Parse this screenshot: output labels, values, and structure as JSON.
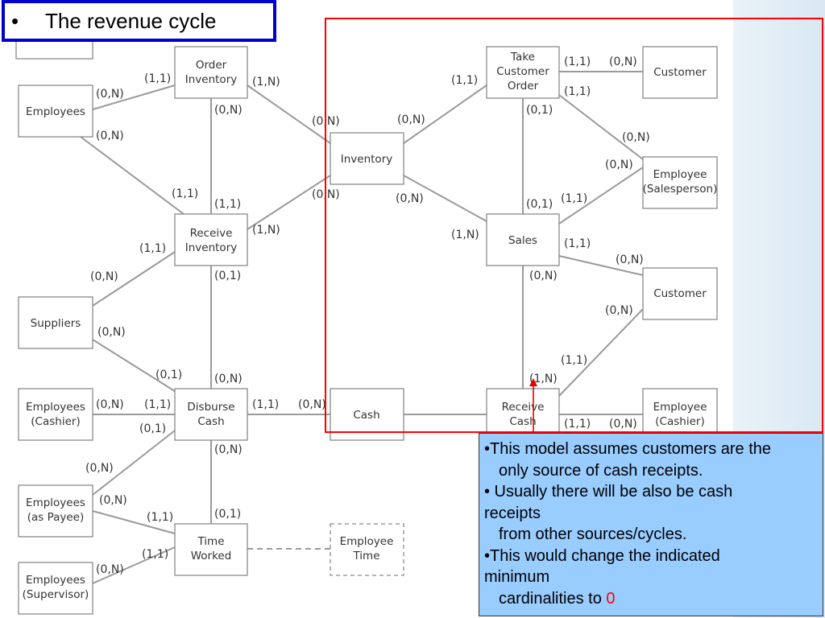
{
  "title": {
    "bullet": "•",
    "text": "The revenue cycle"
  },
  "entities": {
    "order_inventory": [
      "Order",
      "Inventory"
    ],
    "employees": [
      "Employees"
    ],
    "receive_inventory": [
      "Receive",
      "Inventory"
    ],
    "suppliers": [
      "Suppliers"
    ],
    "employees_cashier": [
      "Employees",
      "(Cashier)"
    ],
    "disburse_cash": [
      "Disburse",
      "Cash"
    ],
    "employees_payee": [
      "Employees",
      "(as Payee)"
    ],
    "time_worked": [
      "Time",
      "Worked"
    ],
    "employees_supervisor": [
      "Employees",
      "(Supervisor)"
    ],
    "employee_time": [
      "Employee",
      "Time"
    ],
    "inventory": [
      "Inventory"
    ],
    "cash": [
      "Cash"
    ],
    "take_customer_order": [
      "Take",
      "Customer",
      "Order"
    ],
    "customer_top": [
      "Customer"
    ],
    "employee_salesperson": [
      "Employee",
      "(Salesperson)"
    ],
    "sales": [
      "Sales"
    ],
    "customer_mid": [
      "Customer"
    ],
    "receive_cash": [
      "Receive",
      "Cash"
    ],
    "employee_cashier_right": [
      "Employee",
      "(Cashier)"
    ]
  },
  "cardinalities": {
    "c01": "(1,1)",
    "c02": "(0,N)",
    "c03": "(1,N)",
    "c04": "(0,N)",
    "c05": "(0,N)",
    "c06": "(0,N)",
    "c07": "(1,1)",
    "c08": "(1,1)",
    "c09": "(0,N)",
    "c10": "(1,N)",
    "c11": "(1,1)",
    "c12": "(0,1)",
    "c13": "(0,N)",
    "c14": "(0,N)",
    "c15": "(0,1)",
    "c16": "(0,N)",
    "c17": "(0,N)",
    "c18": "(1,1)",
    "c19": "(0,1)",
    "c20": "(1,1)",
    "c21": "(0,N)",
    "c22": "(0,N)",
    "c23": "(0,N)",
    "c24": "(0,N)",
    "c25": "(1,1)",
    "c26": "(0,1)",
    "c27": "(1,1)",
    "c28": "(0,N)",
    "c29": "(0,N)",
    "c30": "(1,1)",
    "c31": "(1,N)",
    "c32": "(0,N)",
    "c33": "(1,1)",
    "c34": "(1,1)",
    "c35": "(0,N)",
    "c36": "(0,1)",
    "c37": "(0,N)",
    "c38": "(0,N)",
    "c39": "(0,1)",
    "c40": "(1,1)",
    "c41": "(1,1)",
    "c42": "(0,N)",
    "c43": "(0,N)",
    "c44": "(0,N)",
    "c45": "(1,1)",
    "c46": "(1,N)",
    "c47": "(1,1)",
    "c48": "(0,N)"
  },
  "note": {
    "line1": "•This model assumes customers are the",
    "line2": "only source of cash receipts.",
    "line3": "• Usually there will be also be cash",
    "line4": "receipts",
    "line5": "from  other sources/cycles.",
    "line6": "•This would change the indicated",
    "line7": "minimum",
    "line8_prefix": "cardinalities to ",
    "line8_value": "0"
  },
  "colors": {
    "title_border": "#0000cc",
    "highlight_border": "#ff0000",
    "note_bg": "#99ccff",
    "arrow": "#e00000"
  }
}
